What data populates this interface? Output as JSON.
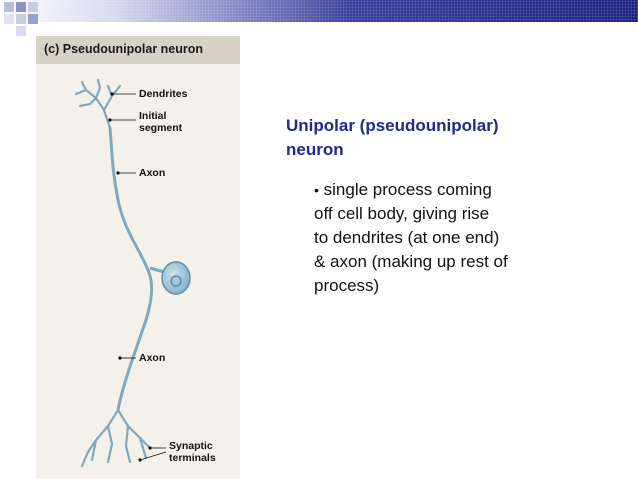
{
  "figure": {
    "panel_title": "(c) Pseudounipolar neuron",
    "labels": {
      "dendrites": "Dendrites",
      "initial_segment_1": "Initial",
      "initial_segment_2": "segment",
      "axon_upper": "Axon",
      "axon_lower": "Axon",
      "synaptic_1": "Synaptic",
      "synaptic_2": "terminals"
    }
  },
  "slide": {
    "heading_line1": "Unipolar (pseudounipolar)",
    "heading_line2": "neuron",
    "bullet_symbol": "•",
    "bullet_lines": [
      "single process coming",
      "off cell body, giving rise",
      "to dendrites (at one end)",
      "& axon (making up rest of",
      "process)"
    ]
  },
  "colors": {
    "title_blue": "#1f2a8a",
    "neuron_fill": "#9cc4d8",
    "neuron_stroke": "#5f8ea6",
    "band_dark": "#1f2380"
  }
}
